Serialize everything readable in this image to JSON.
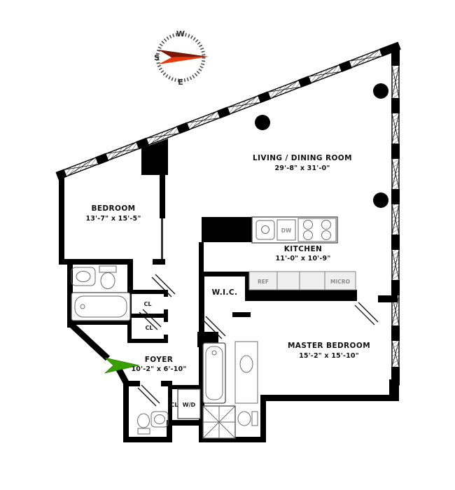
{
  "page": {
    "background": "#ffffff"
  },
  "compass": {
    "top_letter": "W",
    "left_letter": "S",
    "bottom_letter": "E"
  },
  "rooms": {
    "living_dining": {
      "name": "LIVING / DINING ROOM",
      "dims": "29'-8\" x 31'-0\""
    },
    "bedroom": {
      "name": "BEDROOM",
      "dims": "13'-7\" x 15'-5\""
    },
    "kitchen": {
      "name": "KITCHEN",
      "dims": "11'-0\" x 10'-9\""
    },
    "master_bedroom": {
      "name": "MASTER BEDROOM",
      "dims": "15'-2\" x 15'-10\""
    },
    "foyer": {
      "name": "FOYER",
      "dims": "10'-2\" x 6'-10\""
    },
    "walk_in_closet": {
      "name": "W.I.C."
    }
  },
  "closets": {
    "cl_hall_upper": "CL",
    "cl_hall_lower": "CL",
    "cl_laundry": "CL"
  },
  "appliances": {
    "washer_dryer": "W/D",
    "refrigerator": "REF",
    "microwave": "MICRO",
    "dishwasher": "DW"
  },
  "colors": {
    "wall": "#000000",
    "entry_arrow_green": "#38a000",
    "compass_needle_dark": "#7a1606",
    "compass_needle_red": "#e8380d"
  }
}
